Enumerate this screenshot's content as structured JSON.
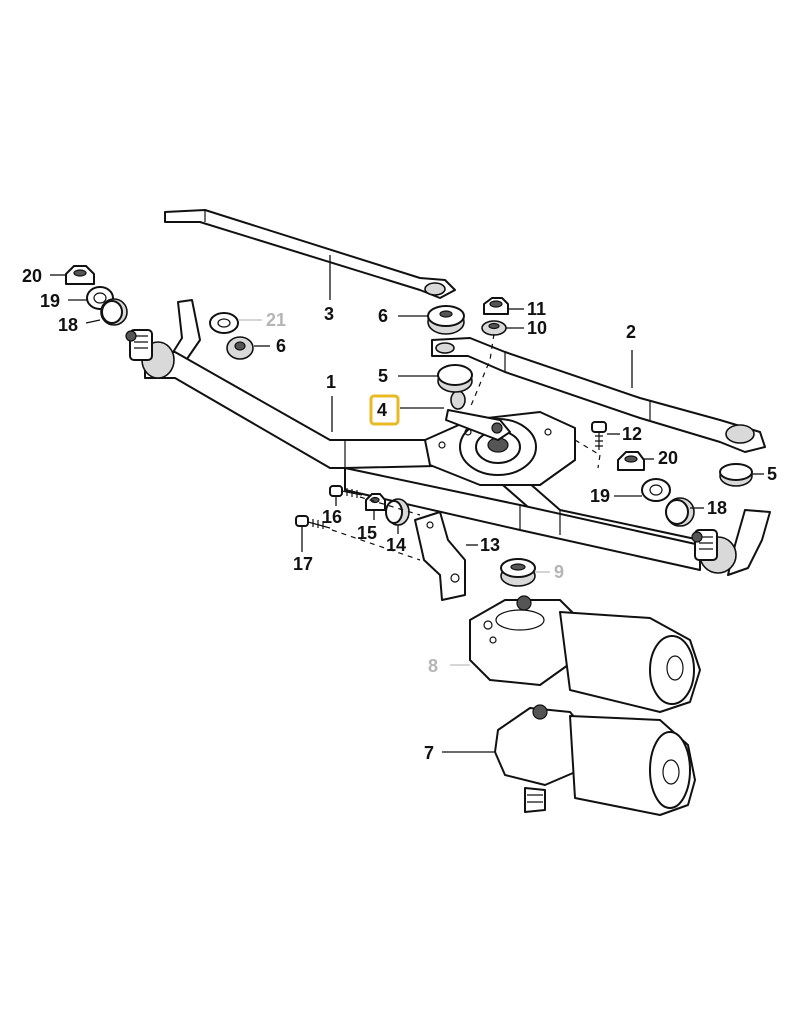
{
  "labels": [
    {
      "id": "20a",
      "text": "20",
      "tone": "normal"
    },
    {
      "id": "19a",
      "text": "19",
      "tone": "normal"
    },
    {
      "id": "18a",
      "text": "18",
      "tone": "normal"
    },
    {
      "id": "3",
      "text": "3",
      "tone": "normal"
    },
    {
      "id": "21",
      "text": "21",
      "tone": "grey"
    },
    {
      "id": "6a",
      "text": "6",
      "tone": "normal"
    },
    {
      "id": "6b",
      "text": "6",
      "tone": "normal"
    },
    {
      "id": "11",
      "text": "11",
      "tone": "normal"
    },
    {
      "id": "10",
      "text": "10",
      "tone": "normal"
    },
    {
      "id": "2",
      "text": "2",
      "tone": "normal"
    },
    {
      "id": "1",
      "text": "1",
      "tone": "normal"
    },
    {
      "id": "5a",
      "text": "5",
      "tone": "normal"
    },
    {
      "id": "4",
      "text": "4",
      "tone": "normal",
      "highlighted": true
    },
    {
      "id": "12",
      "text": "12",
      "tone": "normal"
    },
    {
      "id": "20b",
      "text": "20",
      "tone": "normal"
    },
    {
      "id": "5b",
      "text": "5",
      "tone": "normal"
    },
    {
      "id": "19b",
      "text": "19",
      "tone": "normal"
    },
    {
      "id": "18b",
      "text": "18",
      "tone": "normal"
    },
    {
      "id": "16",
      "text": "16",
      "tone": "normal"
    },
    {
      "id": "15",
      "text": "15",
      "tone": "normal"
    },
    {
      "id": "14",
      "text": "14",
      "tone": "normal"
    },
    {
      "id": "13",
      "text": "13",
      "tone": "normal"
    },
    {
      "id": "17",
      "text": "17",
      "tone": "normal"
    },
    {
      "id": "9",
      "text": "9",
      "tone": "grey"
    },
    {
      "id": "8",
      "text": "8",
      "tone": "grey"
    },
    {
      "id": "7",
      "text": "7",
      "tone": "normal"
    }
  ],
  "colors": {
    "highlight": "#e8b923",
    "ink": "#111111",
    "greyed": "#b5b5b5",
    "background": "#ffffff"
  }
}
